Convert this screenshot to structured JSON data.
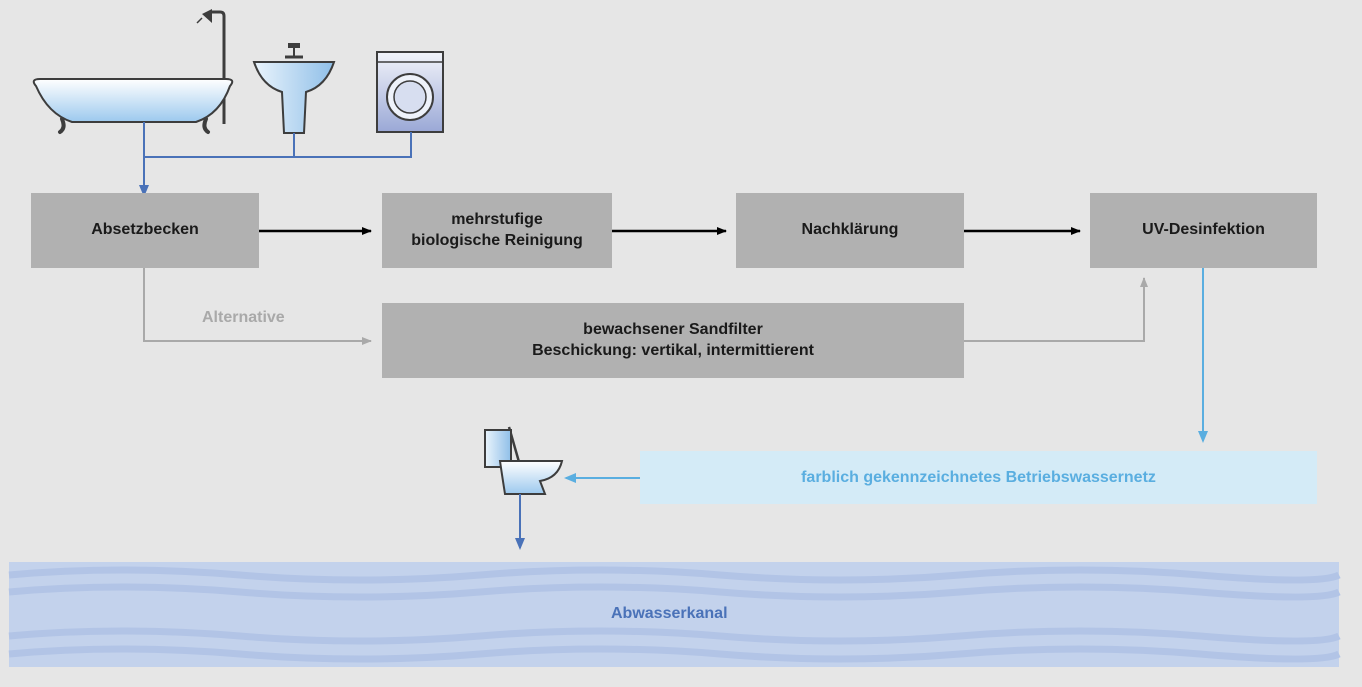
{
  "boxes": {
    "absetzbecken": "Absetzbecken",
    "bio_line1": "mehrstufige",
    "bio_line2": "biologische Reinigung",
    "nachklaerung": "Nachklärung",
    "uv": "UV-Desinfektion",
    "sand_line1": "bewachsener Sandfilter",
    "sand_line2": "Beschickung: vertikal, intermittierent"
  },
  "alternative_label": "Alternative",
  "network_label": "farblich gekennzeichnetes Betriebswassernetz",
  "channel_label": "Abwasserkanal",
  "colors": {
    "background": "#e6e6e6",
    "process_box": "#b1b1b1",
    "greywater_line": "#4a72b8",
    "process_arrow": "#000000",
    "alternative_arrow": "#a9a9a9",
    "service_water": "#5aaee0",
    "channel": "#c3d2ec"
  },
  "icons": [
    "bathtub-icon",
    "shower-icon",
    "washbasin-icon",
    "washing-machine-icon",
    "toilet-icon"
  ]
}
